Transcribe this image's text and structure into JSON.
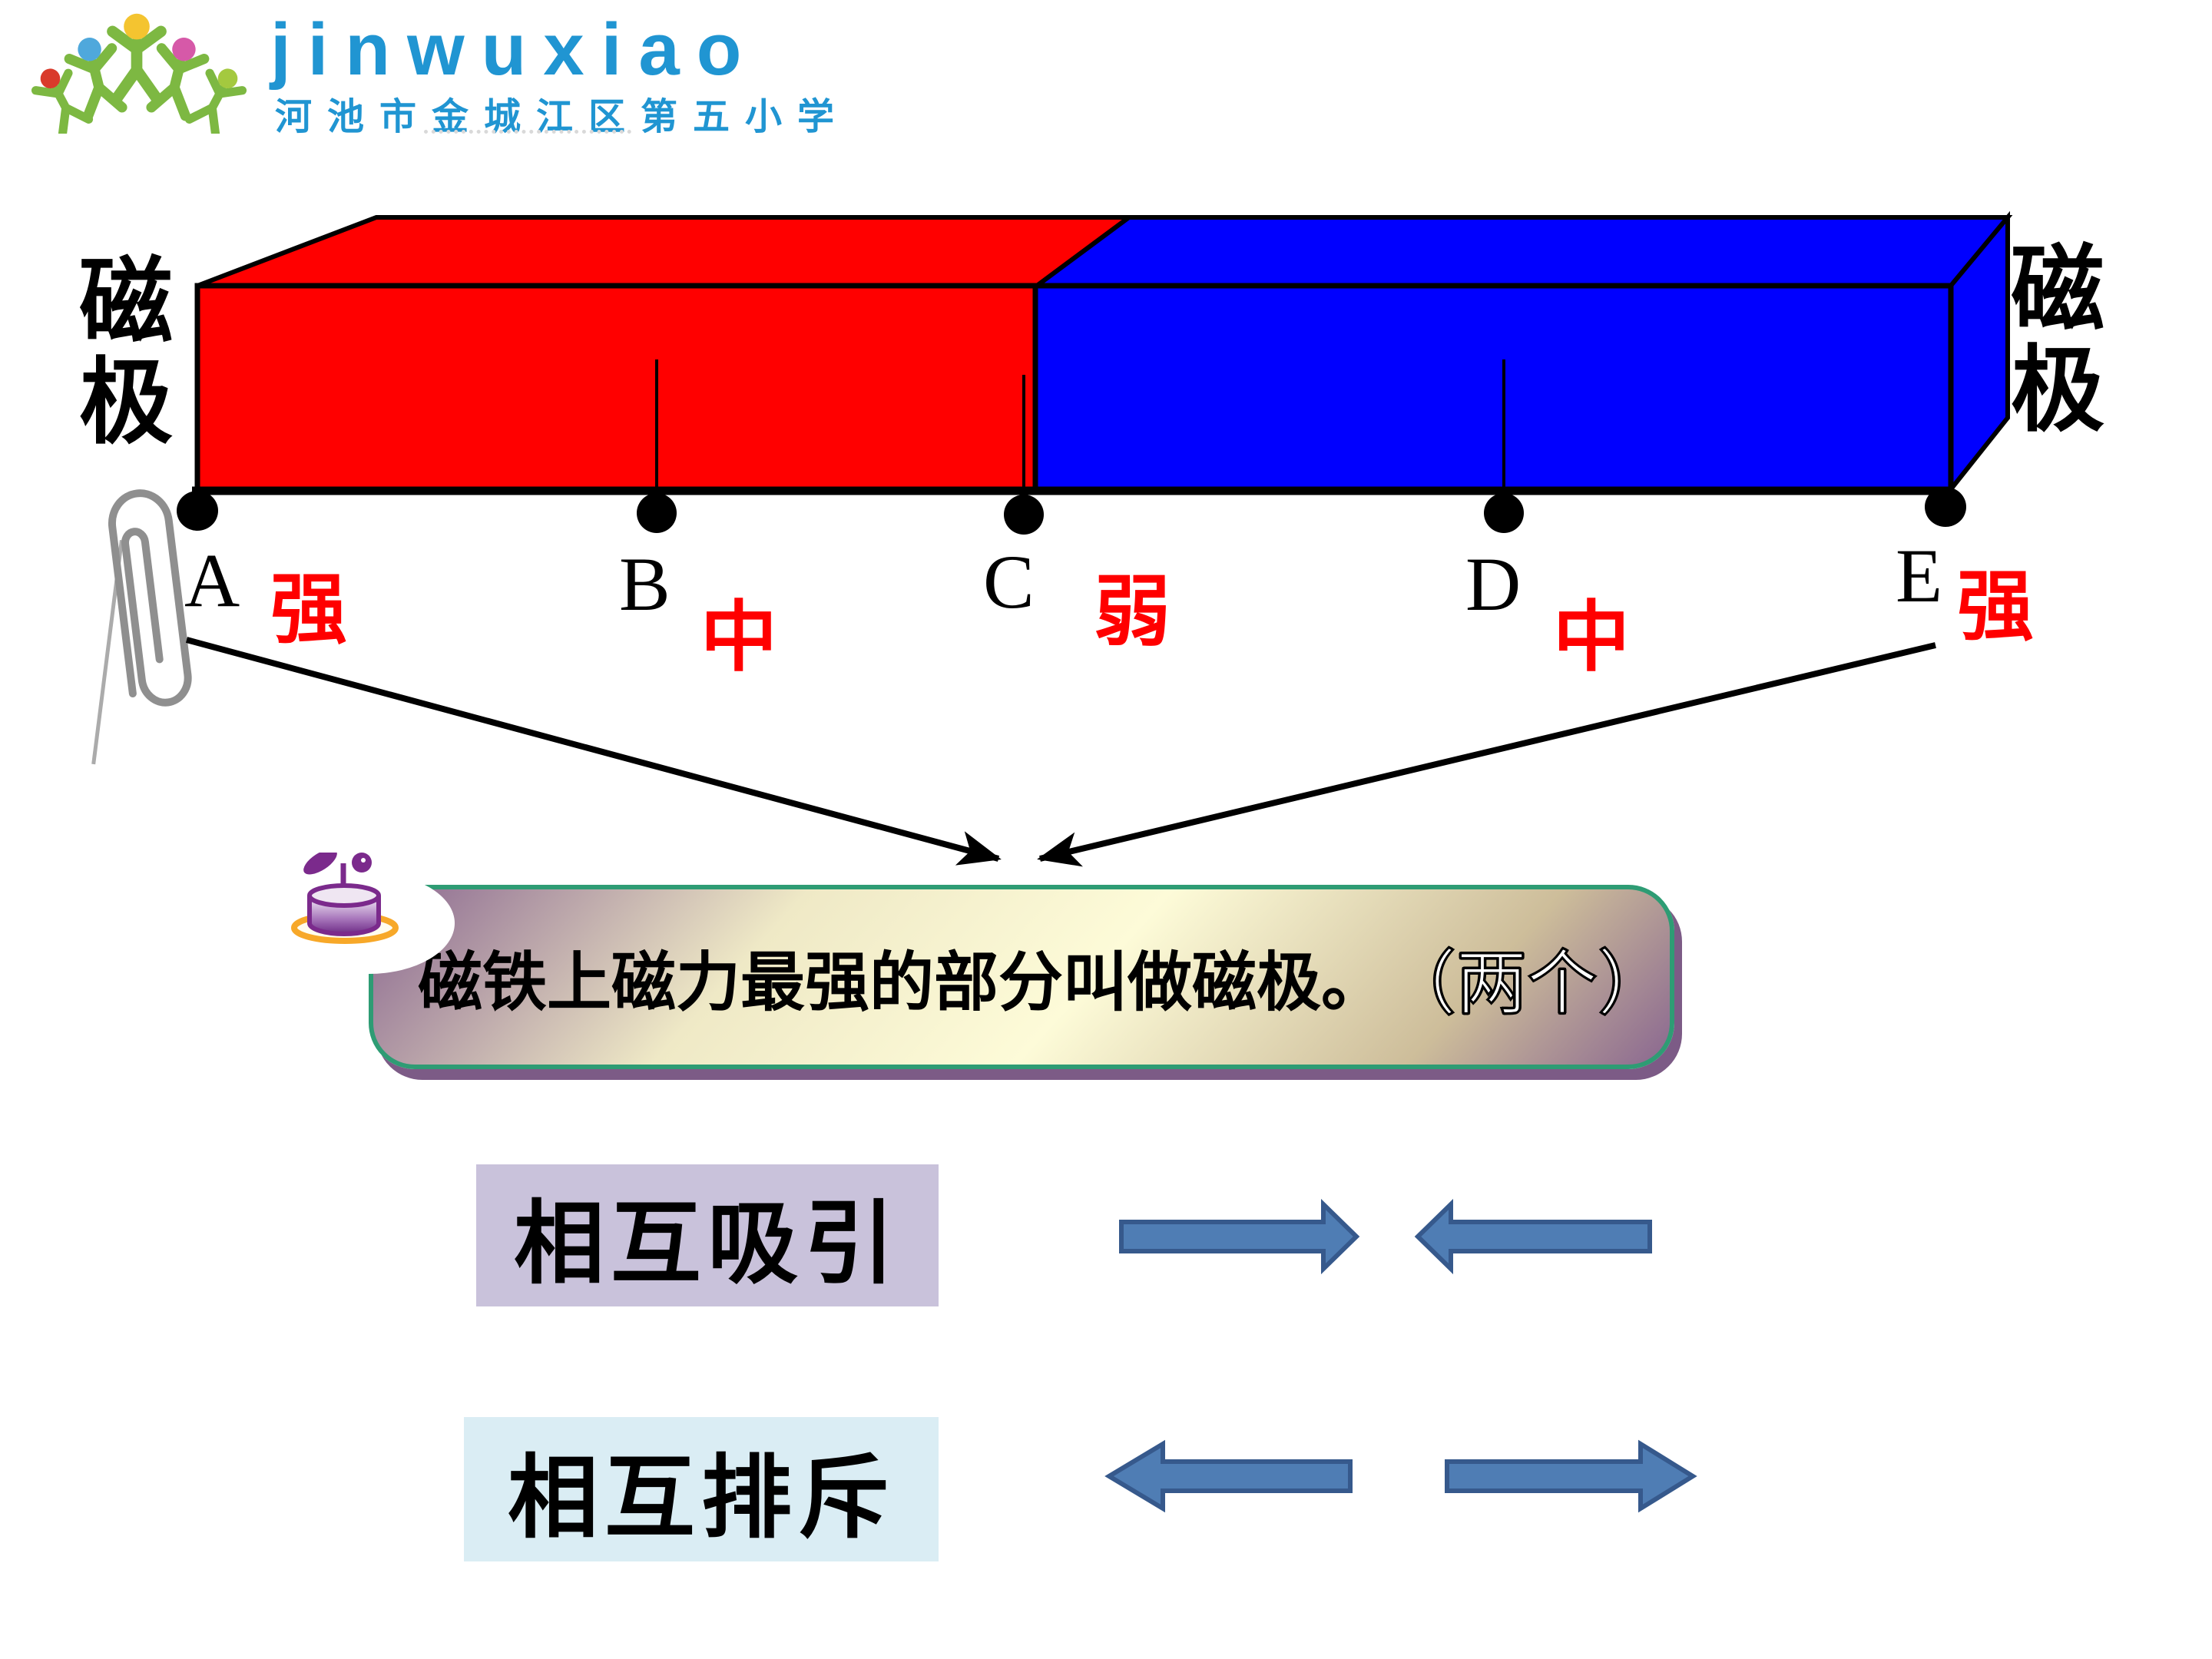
{
  "slide": {
    "background": "#FFFFFF"
  },
  "logo": {
    "icon": "children-figures-icon",
    "brand": "jinwuxiao",
    "school_name": "河池市金城江区第五小学",
    "brand_color": "#2095D2",
    "figure_color": "#7DB842",
    "head_colors": [
      "#D93A2B",
      "#4FA8DC",
      "#F4C430",
      "#D659A8",
      "#A4C93F"
    ]
  },
  "magnet": {
    "left_pole_label": "磁极",
    "right_pole_label": "磁极",
    "red_color": "#FF0000",
    "blue_color": "#0000FF",
    "strength_color": "#FF0000",
    "paperclip_icon": "paperclip-icon",
    "points": [
      {
        "letter": "A",
        "strength": "强"
      },
      {
        "letter": "B",
        "strength": "中"
      },
      {
        "letter": "C",
        "strength": "弱"
      },
      {
        "letter": "D",
        "strength": "中"
      },
      {
        "letter": "E",
        "strength": "强"
      }
    ]
  },
  "callout": {
    "icon": "sprout-candle-icon",
    "text": "磁铁上磁力最强的部分叫做磁极。",
    "suffix": "（两个）",
    "border_color": "#2E9C74"
  },
  "interaction": {
    "attract_label": "相互吸引",
    "repel_label": "相互排斥",
    "attract_bg": "#C9C2DB",
    "repel_bg": "#DAEDF4",
    "arrow_color": "#4F7DB4"
  }
}
